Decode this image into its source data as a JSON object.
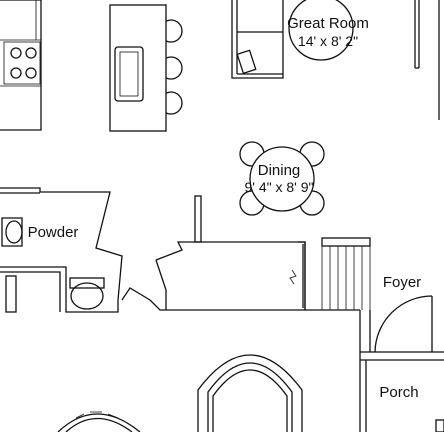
{
  "rooms": {
    "great_room": {
      "name": "Great Room",
      "dims": "14' x 8' 2\""
    },
    "dining": {
      "name": "Dining",
      "dims": "9' 4\" x 8' 9\""
    },
    "powder": {
      "name": "Powder"
    },
    "foyer": {
      "name": "Foyer"
    },
    "porch": {
      "name": "Porch"
    }
  }
}
